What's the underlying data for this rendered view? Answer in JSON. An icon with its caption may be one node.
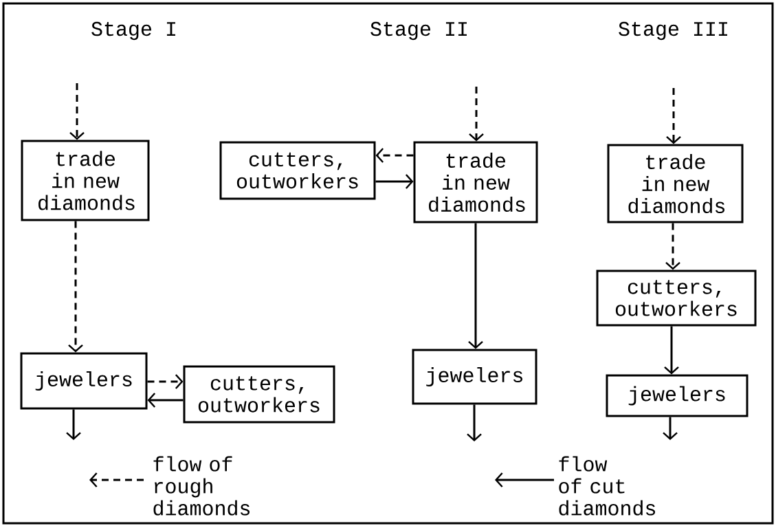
{
  "diagram": {
    "nodes": [
      {
        "text": [
          "trade in new diamonds"
        ]
      },
      {
        "text": [
          "jewelers"
        ]
      },
      {
        "text": [
          "cutters, outworkers"
        ]
      },
      {
        "text": [
          "cutters, outworkers"
        ]
      },
      {
        "text": [
          "trade in new diamonds"
        ]
      },
      {
        "text": [
          "jewelers"
        ]
      },
      {
        "text": [
          "trade in new diamonds"
        ]
      },
      {
        "text": [
          "cutters, outworkers"
        ]
      },
      {
        "text": [
          "jewelers"
        ]
      }
    ],
    "edges": [
      {
        "from": null,
        "to": 0,
        "arrow": "to",
        "style": "dashed"
      },
      {
        "from": 0,
        "to": 1,
        "arrow": "to",
        "style": "dashed"
      },
      {
        "from": 1,
        "to": 2,
        "arrow": "to",
        "style": "dashed"
      },
      {
        "from": 2,
        "to": 1,
        "arrow": "to"
      },
      {
        "from": 1,
        "to": null,
        "arrow": "to"
      },
      {
        "from": null,
        "to": 4,
        "arrow": "to",
        "style": "dashed"
      },
      {
        "from": 4,
        "to": 3,
        "arrow": "to",
        "style": "dashed"
      },
      {
        "from": 3,
        "to": 4,
        "arrow": "to"
      },
      {
        "from": 4,
        "to": 5,
        "arrow": "to"
      },
      {
        "from": 5,
        "to": null,
        "arrow": "to"
      },
      {
        "from": null,
        "to": 6,
        "arrow": "to",
        "style": "dashed"
      },
      {
        "from": 6,
        "to": 7,
        "arrow": "to",
        "style": "dashed"
      },
      {
        "from": 7,
        "to": 8,
        "arrow": "to"
      },
      {
        "from": 8,
        "to": null,
        "arrow": "to"
      }
    ],
    "labels": [
      "Stage I",
      "Stage II",
      "Stage III"
    ],
    "legend": [
      {
        "text": "flow of rough diamonds"
      },
      {
        "text": "flow of cut diamonds"
      }
    ]
  }
}
